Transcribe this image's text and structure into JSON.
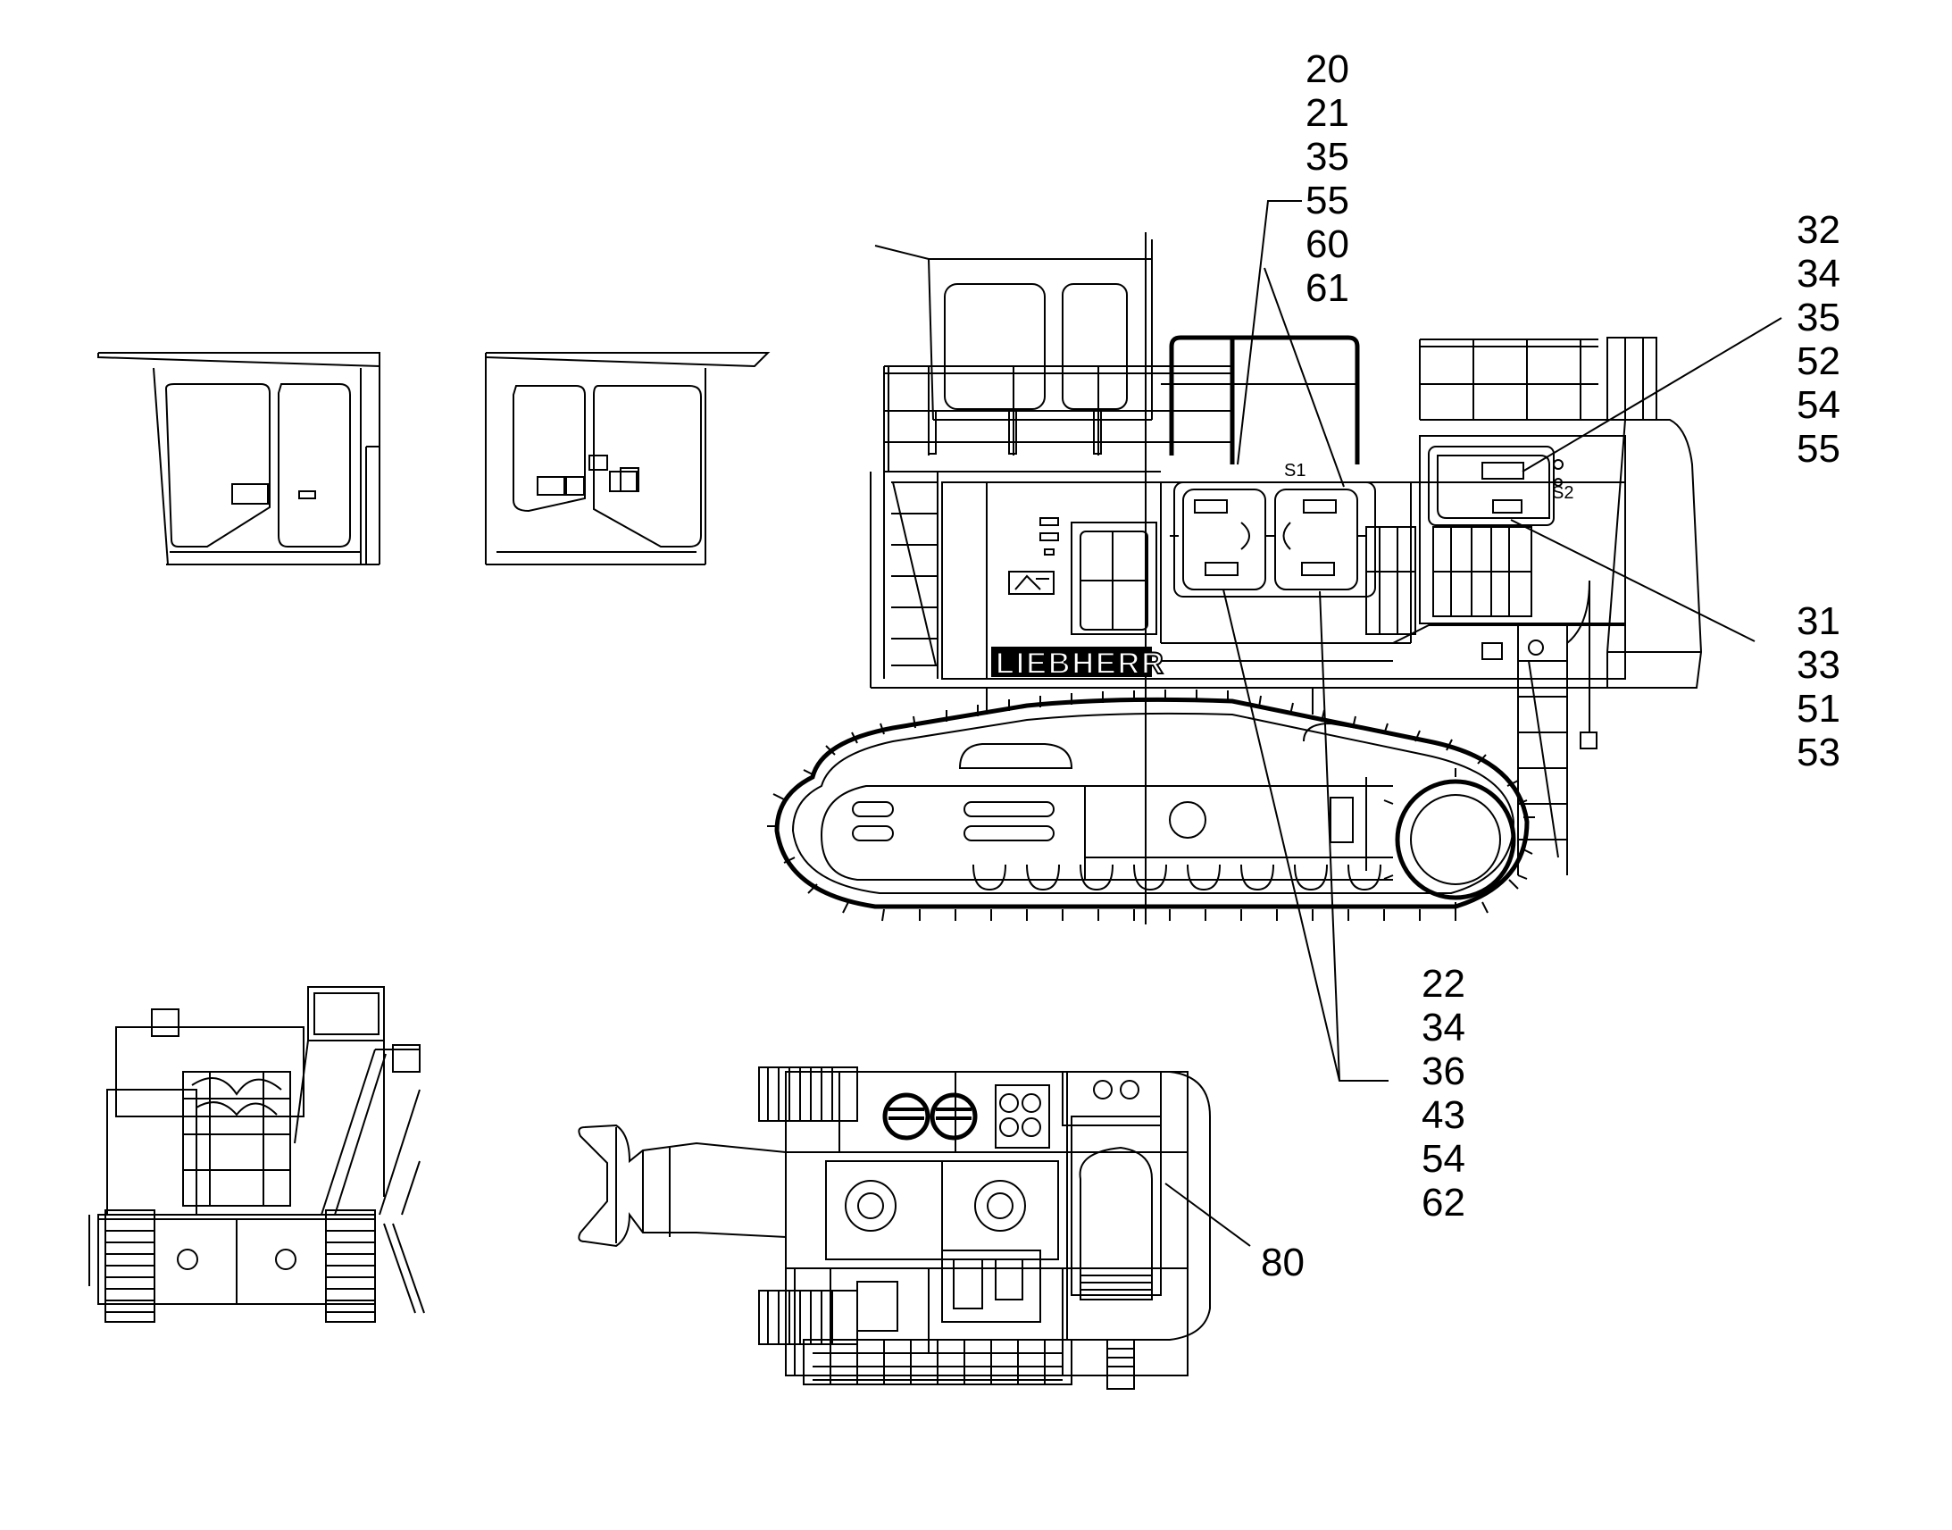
{
  "labels": {
    "brand_logo": "LIEBHERR",
    "marker_s1": "S1",
    "marker_s2": "S2"
  },
  "callouts": [
    {
      "id": "top",
      "lines": [
        "20",
        "21",
        "35",
        "55",
        "60",
        "61"
      ]
    },
    {
      "id": "right-upper",
      "lines": [
        "32",
        "34",
        "35",
        "52",
        "54",
        "55"
      ]
    },
    {
      "id": "right-lower",
      "lines": [
        "31",
        "33",
        "51",
        "53"
      ]
    },
    {
      "id": "bottom",
      "lines": [
        "22",
        "34",
        "36",
        "43",
        "54",
        "62"
      ]
    },
    {
      "id": "top-view",
      "lines": [
        "80"
      ]
    }
  ]
}
